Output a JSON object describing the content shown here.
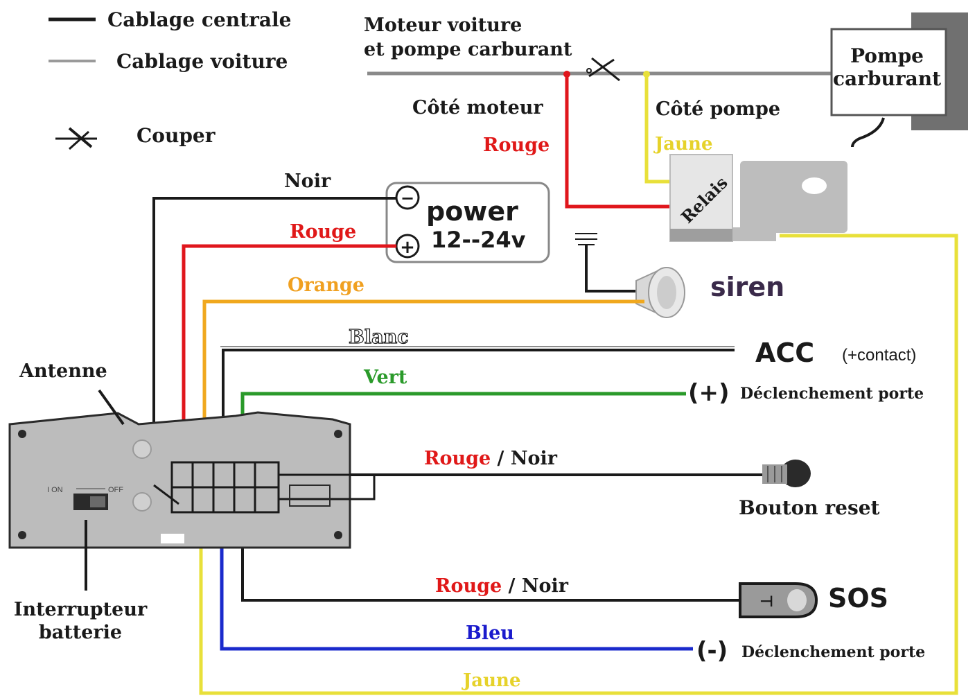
{
  "legend": {
    "central_wiring": "Cablage centrale",
    "car_wiring": "Cablage voiture",
    "cut": "Couper"
  },
  "engine_pump": {
    "title_line1": "Moteur voiture",
    "title_line2": "et pompe carburant",
    "engine_side": "Côté moteur",
    "pump_side": "Côté pompe",
    "pump_line1": "Pompe",
    "pump_line2": "carburant",
    "relay": "Relais"
  },
  "power": {
    "title": "power",
    "voltage": "12--24v",
    "minus": "−",
    "plus": "+"
  },
  "wires": {
    "noir": "Noir",
    "rouge_power": "Rouge",
    "rouge_relay": "Rouge",
    "orange": "Orange",
    "blanc": "Blanc",
    "vert": "Vert",
    "rouge_noir_reset_red": "Rouge",
    "rouge_noir_reset_sep": " / ",
    "rouge_noir_reset_black": "Noir",
    "rouge_noir_sos_red": "Rouge",
    "rouge_noir_sos_sep": " / ",
    "rouge_noir_sos_black": "Noir",
    "bleu": "Bleu",
    "jaune_top": "Jaune",
    "jaune_bottom": "Jaune"
  },
  "devices": {
    "siren": "siren",
    "acc": "ACC",
    "acc_note": "(+contact)",
    "door_plus_sign": "(+)",
    "door_plus": "Déclenchement porte",
    "reset": "Bouton reset",
    "sos": "SOS",
    "door_minus_sign": "(-)",
    "door_minus": "Déclenchement porte",
    "antenna": "Antenne",
    "battery_switch_line1": "Interrupteur",
    "battery_switch_line2": "batterie",
    "switch_on": "I ON",
    "switch_off": "OFF"
  },
  "colors": {
    "black": "#1a1a1a",
    "car_grey": "#9a9a9a",
    "red": "#e0161c",
    "orange": "#f0a81e",
    "yellow": "#e8e03a",
    "green": "#2a9a2a",
    "blue": "#1a2acc",
    "text_red": "#e01818",
    "text_orange": "#f0a020",
    "text_green": "#2a9a2a",
    "text_blue": "#1a1acc",
    "text_yellow": "#e6d22a",
    "text_purple": "#3a2a4a"
  }
}
